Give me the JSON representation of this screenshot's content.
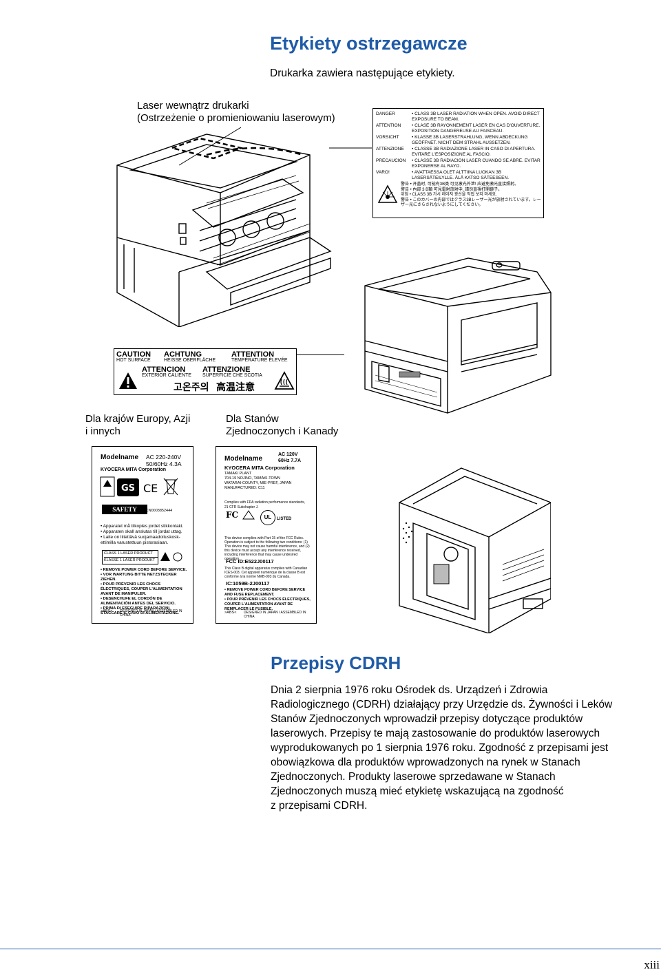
{
  "section1": {
    "title": "Etykiety ostrzegawcze",
    "intro": "Drukarka zawiera następujące etykiety."
  },
  "callout_laser": {
    "line1": "Laser wewnątrz drukarki",
    "line2": "(Ostrzeżenie o promieniowaniu laserowym)"
  },
  "laser_label": {
    "rows": [
      {
        "k": "DANGER",
        "v": "• CLASS 3B LASER RADIATION WHEN OPEN. AVOID DIRECT EXPOSURE TO BEAM."
      },
      {
        "k": "ATTENTION",
        "v": "• CLASE 3B RAYONNEMENT LASER EN CAS D'OUVERTURE. EXPOSITION DANGEREUSE AU FAISCEAU."
      },
      {
        "k": "VORSICHT",
        "v": "• KLASSE 3B LASERSTRAHLUNG, WENN ABDECKUNG GEÖFFNET. NICHT DEM STRAHL AUSSETZEN."
      },
      {
        "k": "ATTENZIONE",
        "v": "• CLASSE 3B RADIAZIONE LASER IN CASO DI APERTURA. EVITARE L'ESPOSIZIONE AL FASCIO."
      },
      {
        "k": "PRECAUCION",
        "v": "• CLASSE 3B RADIACION LASER CUANDO SE ABRE. EVITAR EXPONERSE AL RAYO."
      },
      {
        "k": "VARO!",
        "v": "• AVATTAESSA OLET ALTTIINA LUOKAN 3B LASERSÄTEILYLLE. ÄLÄ KATSO SÄTEESEEN."
      }
    ],
    "asian": [
      "警告 • 开盖时, 可能有3B类 可见激光外泄! 应避免激光直接照射。",
      "警告 • 內部 3 B類 可見雷射放射中, 請勿直視打開鏡子。",
      "위험 • CLASS 3B 가시 레이저 광선을 직접 보지 마세요.",
      "警告 • このカバーの内部ではクラス3Bレーザー光が放射されています。レーザー光にさらされないようにしてください。"
    ]
  },
  "hot_label": {
    "caution": "CAUTION",
    "caution_sub": "HOT SURFACE",
    "achtung": "ACHTUNG",
    "achtung_sub": "HEISSE OBERFLÄCHE",
    "attention": "ATTENTION",
    "attention_sub": "TEMPÉRATURE ÉLEVÉE",
    "atencion": "ATTENCION",
    "atencion_sub": "EXTERIOR CALIENTE",
    "attenzione": "ATTENZIONE",
    "attenzione_sub": "SUPERFICIE CHE SCOTIA",
    "korean": "고온주의",
    "chinese": "高温注意"
  },
  "captions": {
    "europe_l1": "Dla krajów Europy, Azji",
    "europe_l2": "i innych",
    "us_l1": "Dla Stanów",
    "us_l2": "Zjednoczonych i Kanady"
  },
  "eu_label": {
    "modelname": "Modelname",
    "rating1": "AC 220-240V",
    "rating2": "50/60Hz 4.3A",
    "corp": "KYOCERA MITA Corporation",
    "serial": "ACN0003852444",
    "safety": "SAFETY",
    "warn1": "• Apparatet må tilkoples jordet stikkontakt.",
    "warn2": "• Apparaten skall anslutas till jordat uttag.",
    "warn3": "• Laite on liitettävä suojamaadoituskosk-ettimilla varustettuun pistorasiaan.",
    "class1": "CLASS 1 LASER PRODUCT",
    "class2": "KLASSE 1 LASER PRODUKT",
    "power": [
      "• REMOVE POWER CORD BEFORE SERVICE.",
      "• VOR WARTUNG BITTE NETZSTECKER ZIEHEN.",
      "• POUR PRÉVENIR LES CHOCS ÉLECTRIQUES, COUPER L'ALIMENTATION AVANT DE MANIPULER.",
      "• DESENCHUFE EL CORDÓN DE ALIMENTACIÓN ANTES DEL SERVICIO.",
      "• PRIMA DI ESEGUIRE RIPARAZIONI, STACCARE IL CAVO DI ALIMENTAZIONE."
    ],
    "abs": ">ABS<",
    "made": "DESIGNED IN JAPAN / ASSEMBLED IN CHINA"
  },
  "us_label": {
    "modelname": "Modelname",
    "rating1": "AC 120V",
    "rating2": "60Hz 7.7A",
    "corp": "KYOCERA MITA Corporation",
    "plant": "TAMAKI PLANT",
    "addr1": "704-19 NOJINO, TAMAKI-TOWN",
    "addr2": "WATARAI-COUNTY, MIE-PREF, JAPAN",
    "mfd": "MANUFACTURED: C11",
    "fda1": "Complies with FDA radiation performance standards,",
    "fda2": "21 CFR Subchapter J.",
    "fcc_text": "This device complies with Part 15 of the FCC Rules. Operation is subject to the following two conditions: (1) This device may not cause harmful interference, and (2) this device must accept any interference received, including interference that may cause undesired operation.",
    "fcc_id": "FCC ID:E522J00117",
    "canada": "This Class B digital apparatus complies with Canadian ICES-003. Cet appareil numérique de la classe B est conforme à la norme NMB-003 du Canada.",
    "ic": "IC:1059B-2J00117",
    "power": [
      "• REMOVE POWER CORD BEFORE SERVICE AND FUSE REPLACEMENT.",
      "• POUR PRÉVENIR LES CHOCS ÉLECTRIQUES, COUPER L'ALIMENTATION AVANT DE REMPLACER LE FUSIBLE."
    ],
    "abs": ">ABS<",
    "made": "DESIGNED IN JAPAN / ASSEMBLED IN CHINA",
    "ul": "LISTED"
  },
  "section2": {
    "title": "Przepisy CDRH",
    "lines": [
      "Dnia 2 sierpnia 1976 roku Ośrodek ds. Urządzeń i Zdrowia",
      "Radiologicznego (CDRH) działający przy Urzędzie ds. Żywności i Leków",
      "Stanów Zjednoczonych wprowadził przepisy dotyczące produktów",
      "laserowych. Przepisy te mają zastosowanie do produktów laserowych",
      "wyprodukowanych po 1 sierpnia 1976 roku. Zgodność z przepisami jest",
      "obowiązkowa dla produktów wprowadzonych na rynek w Stanach",
      "Zjednoczonych. Produkty laserowe sprzedawane w Stanach",
      "Zjednoczonych muszą mieć etykietę wskazującą na zgodność",
      "z przepisami CDRH."
    ]
  },
  "footer": {
    "page": "xiii"
  }
}
